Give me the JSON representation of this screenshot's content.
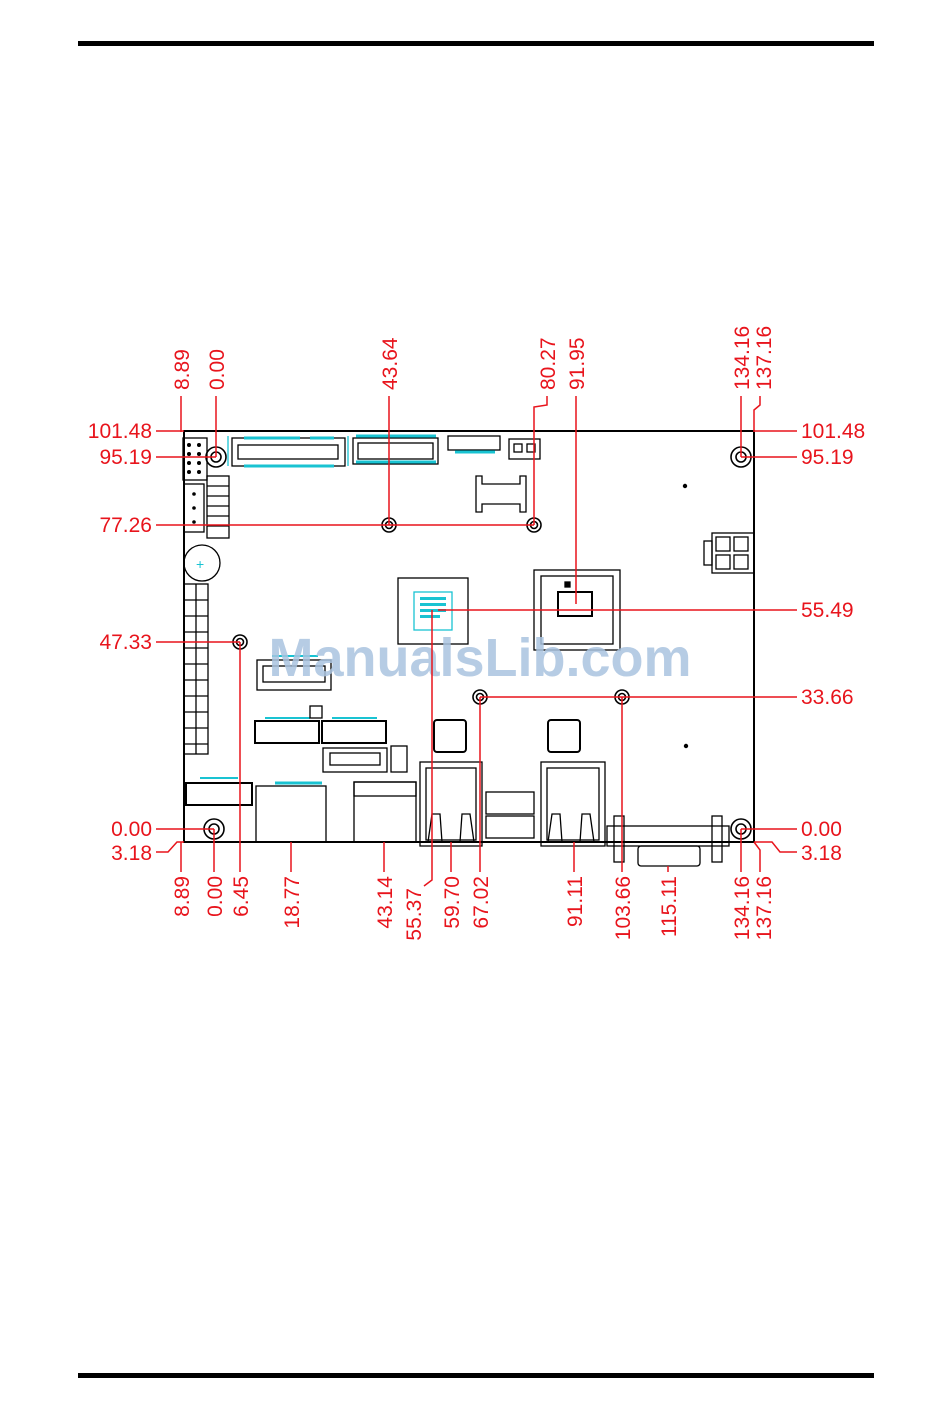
{
  "watermark": "ManualsLib.com",
  "colors": {
    "dimension": "#e8141c",
    "board": "#000000",
    "component": "#19c3d2",
    "watermark": "#a9c3df"
  },
  "dimensions": {
    "top_x": [
      "8.89",
      "0.00",
      "43.64",
      "80.27",
      "91.95",
      "134.16",
      "137.16"
    ],
    "left_y": [
      "101.48",
      "95.19",
      "77.26",
      "47.33",
      "0.00",
      "3.18"
    ],
    "right_y": [
      "101.48",
      "95.19",
      "55.49",
      "33.66",
      "0.00",
      "3.18"
    ],
    "bottom_x": [
      "8.89",
      "0.00",
      "6.45",
      "18.77",
      "43.14",
      "55.37",
      "59.70",
      "67.02",
      "91.11",
      "103.66",
      "115.11",
      "134.16",
      "137.16"
    ]
  }
}
